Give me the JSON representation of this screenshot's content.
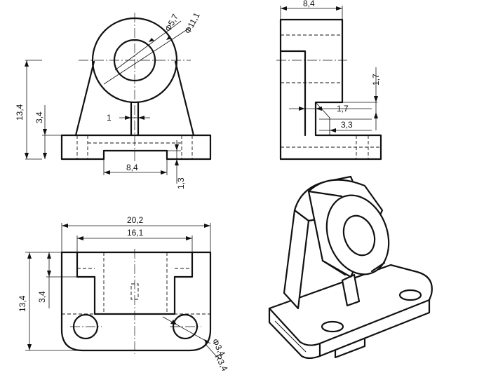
{
  "front_view": {
    "diam_hole": "Φ5,7",
    "diam_boss": "Φ11,1",
    "height_total": "13,4",
    "base_height": "3,4",
    "rib_width": "1",
    "slot_width": "8,4",
    "slot_depth": "1,3"
  },
  "side_view": {
    "width": "8,4",
    "dim_a": "1,7",
    "dim_b": "1,7",
    "dim_c": "3,3"
  },
  "top_view": {
    "overall_length": "20,2",
    "hole_spacing": "16,1",
    "depth": "13,4",
    "step": "3,4",
    "hole_diam": "Φ3,4",
    "corner_radius": "R3,4"
  }
}
